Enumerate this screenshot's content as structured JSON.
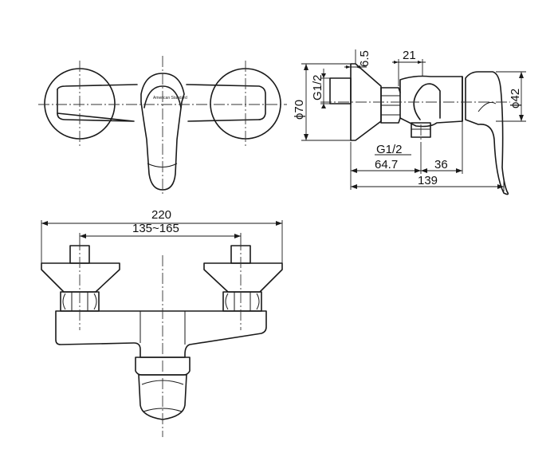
{
  "dimensions": {
    "overall_width": "220",
    "center_distance": "135~165",
    "flange_diameter": "ϕ70",
    "thread_wall": "G1/2",
    "flange_thickness": "6.5",
    "nut_width": "21",
    "handle_diameter": "ϕ42",
    "thread_outlet": "G1/2",
    "depth_outlet": "64.7",
    "depth_handle": "36",
    "total_depth": "139"
  },
  "logo_text": "American Standard"
}
